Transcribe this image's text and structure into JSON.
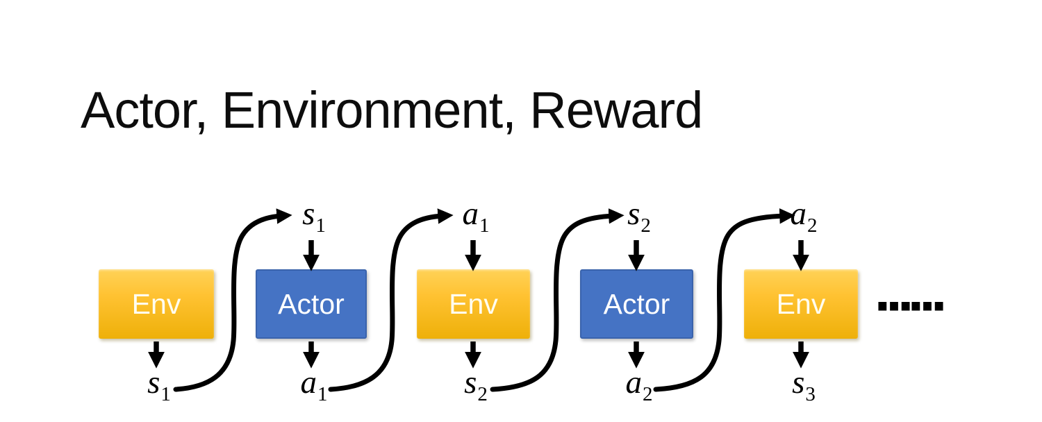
{
  "title": "Actor, Environment, Reward",
  "ellipsis": "……",
  "colors": {
    "env_gradient_top": "#FFD258",
    "env_gradient_bottom": "#EEB009",
    "actor_fill": "#4573C4",
    "actor_border": "#3A63AC",
    "box_text": "#FFFFFF",
    "arrow": "#000000",
    "title_text": "#0D0D0D",
    "background": "#FFFFFF"
  },
  "sequence": {
    "boxes": [
      {
        "label": "Env"
      },
      {
        "label": "Actor"
      },
      {
        "label": "Env"
      },
      {
        "label": "Actor"
      },
      {
        "label": "Env"
      }
    ],
    "top_labels": [
      {
        "base": "s",
        "sub": "1"
      },
      {
        "base": "a",
        "sub": "1"
      },
      {
        "base": "s",
        "sub": "2"
      },
      {
        "base": "a",
        "sub": "2"
      }
    ],
    "bottom_labels": [
      {
        "base": "s",
        "sub": "1"
      },
      {
        "base": "a",
        "sub": "1"
      },
      {
        "base": "s",
        "sub": "2"
      },
      {
        "base": "a",
        "sub": "2"
      },
      {
        "base": "s",
        "sub": "3"
      }
    ]
  }
}
